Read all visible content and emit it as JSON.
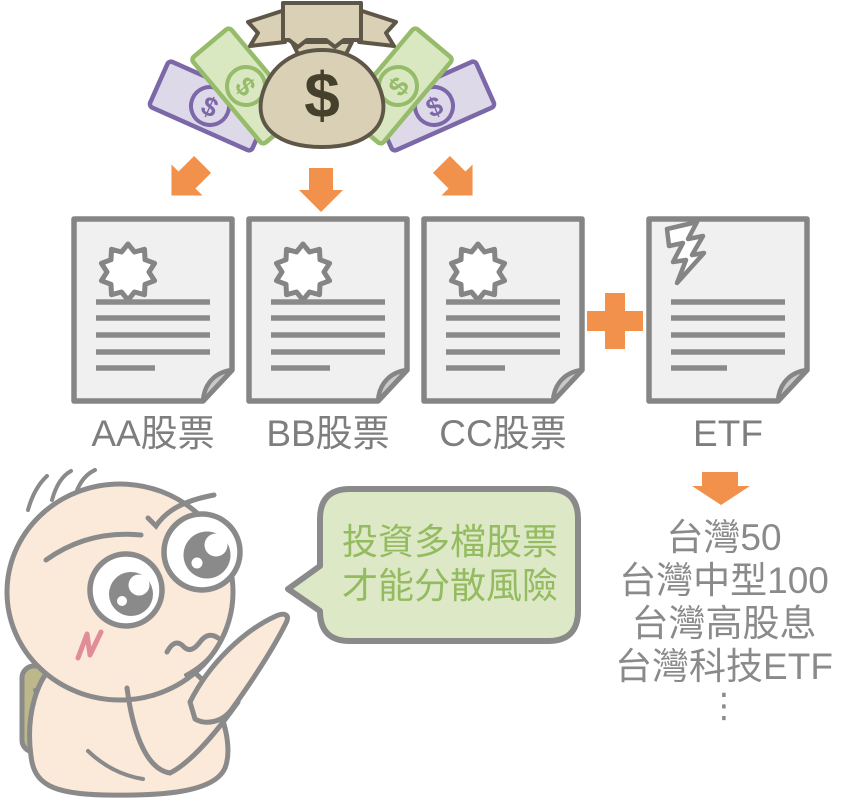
{
  "money": {
    "symbol": "$",
    "bill_symbol": "$"
  },
  "documents": {
    "stocks": [
      {
        "label": "AA股票"
      },
      {
        "label": "BB股票"
      },
      {
        "label": "CC股票"
      }
    ],
    "etf": {
      "label": "ETF"
    }
  },
  "etf_list": {
    "items": [
      "台灣50",
      "台灣中型100",
      "台灣高股息",
      "台灣科技ETF"
    ],
    "ellipsis": "⋮"
  },
  "speech_bubble": {
    "lines": [
      "投資多檔股票",
      "才能分散風險"
    ]
  },
  "colors": {
    "orange": "#F2914C",
    "doc-fill": "#F0F0F0",
    "doc-border": "#858585",
    "doc-line": "#8A8A8A",
    "fold": "#C9C9C9",
    "label-gray": "#7E7E7E",
    "list-gray": "#8A8A8A",
    "bag-fill": "#D9D0B6",
    "bag-outline": "#5E5748",
    "bag-symbol": "#45402C",
    "green-bill-fill": "#D9E8C1",
    "green-bill-stroke": "#96BB6B",
    "purple-bill-fill": "#DED9E9",
    "purple-bill-stroke": "#7C68A8",
    "bubble-fill": "#DDE8C6",
    "bubble-stroke": "#8A8A8A",
    "bubble-text": "#94BB5F",
    "skin": "#FBE9DA",
    "outline": "#8A8A8A",
    "blush": "#E18D99",
    "backpack": "#BDB88A"
  }
}
